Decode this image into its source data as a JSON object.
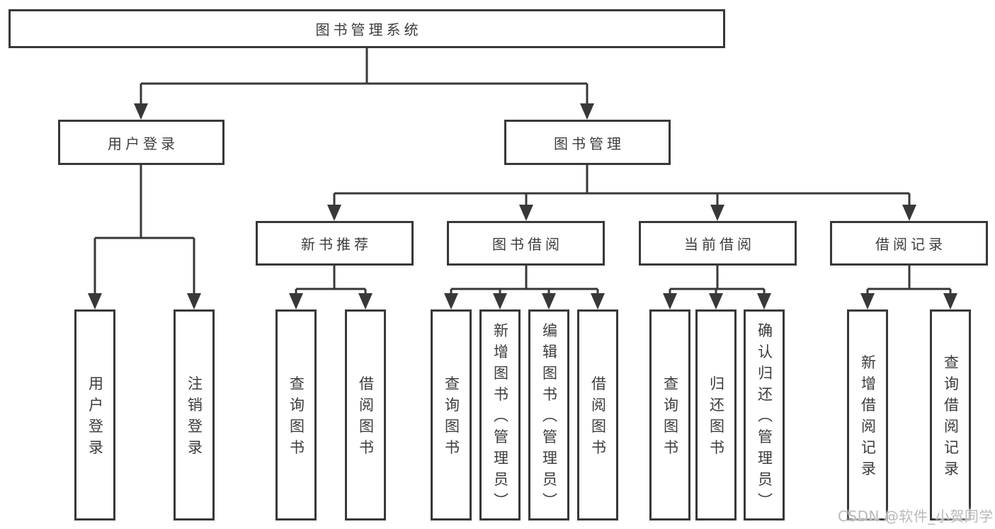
{
  "diagram": {
    "root": "图书管理系统",
    "branches": [
      {
        "label": "用户登录",
        "leaves": [
          "用户登录",
          "注销登录"
        ]
      },
      {
        "label": "图书管理",
        "groups": [
          {
            "label": "新书推荐",
            "leaves": [
              "查询图书",
              "借阅图书"
            ]
          },
          {
            "label": "图书借阅",
            "leaves": [
              "查询图书",
              "新增图书（管理员）",
              "编辑图书（管理员）",
              "借阅图书"
            ]
          },
          {
            "label": "当前借阅",
            "leaves": [
              "查询图书",
              "归还图书",
              "确认归还（管理员）"
            ]
          },
          {
            "label": "借阅记录",
            "leaves": [
              "新增借阅记录",
              "查询借阅记录"
            ]
          }
        ]
      }
    ]
  },
  "watermark": {
    "text": "CSDN @软件_小贺同学"
  },
  "colors": {
    "line": "#383838",
    "text": "#3c3c3c",
    "watermark": "#b9b9b9",
    "background": "#ffffff"
  }
}
